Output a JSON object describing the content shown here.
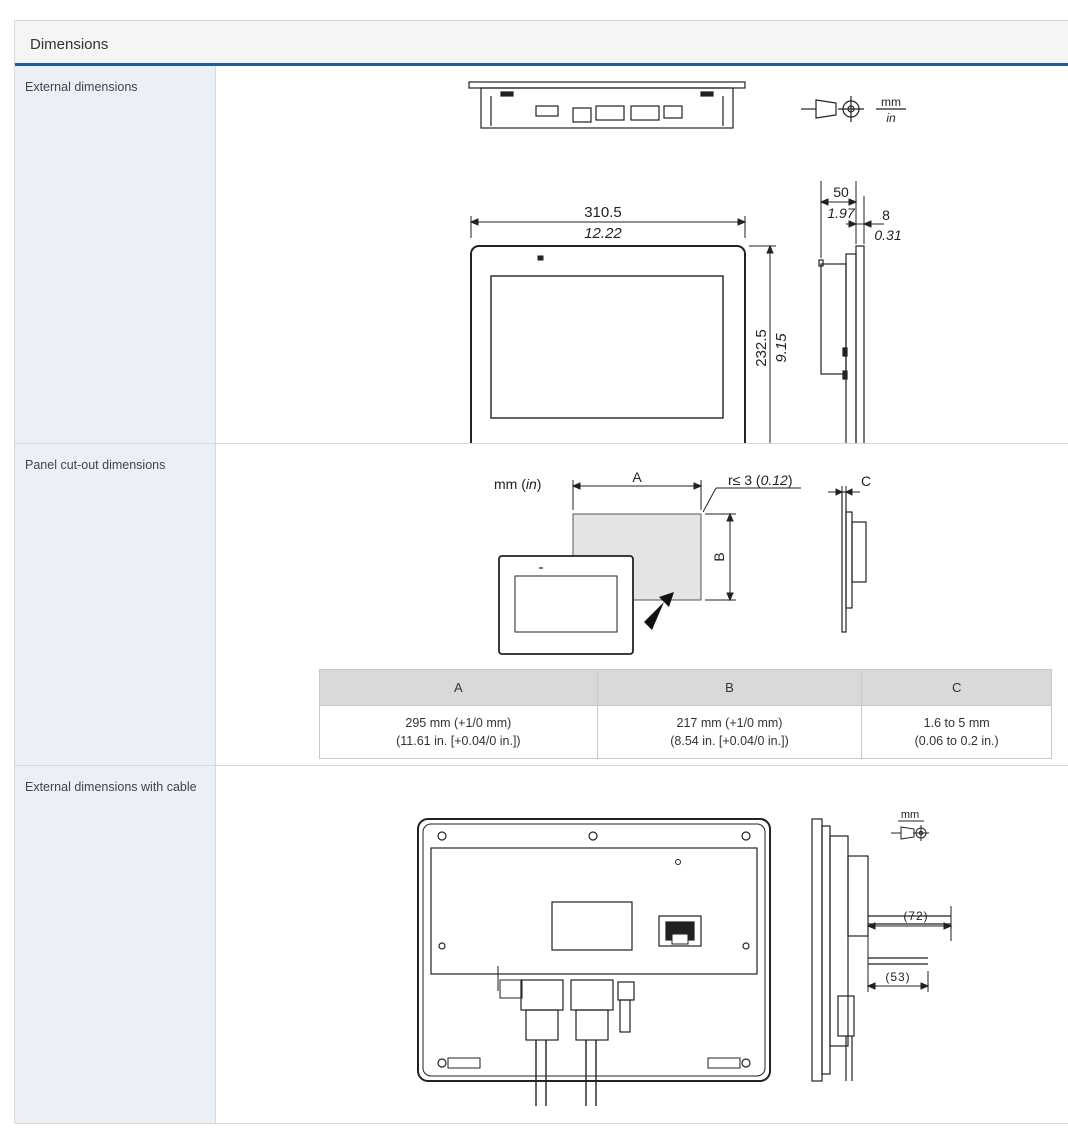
{
  "section": {
    "title": "Dimensions"
  },
  "rows": [
    {
      "label": "External dimensions",
      "drawing": {
        "units_top": "mm",
        "units_bottom": "in",
        "width_mm": "310.5",
        "width_in": "12.22",
        "height_mm": "232.5",
        "height_in": "9.15",
        "depth_mm": "50",
        "depth_in": "1.97",
        "bezel_mm": "8",
        "bezel_in": "0.31"
      }
    },
    {
      "label": "Panel cut-out dimensions",
      "drawing": {
        "unit_prefix": "mm (",
        "unit_italic": "in",
        "unit_suffix": ")",
        "dim_a": "A",
        "dim_b": "B",
        "dim_c": "C",
        "radius_prefix": "r≤ 3 (",
        "radius_italic": "0.12",
        "radius_suffix": ")"
      },
      "table": {
        "headers": [
          "A",
          "B",
          "C"
        ],
        "rows": [
          {
            "a": [
              "295 mm (+1/0 mm)",
              "(11.61 in. [+0.04/0 in.])"
            ],
            "b": [
              "217 mm (+1/0 mm)",
              "(8.54 in. [+0.04/0 in.])"
            ],
            "c": [
              "1.6 to 5 mm",
              "(0.06 to 0.2 in.)"
            ]
          }
        ]
      }
    },
    {
      "label": "External dimensions with cable",
      "drawing": {
        "units": "mm",
        "cable_dim_1": "(72)",
        "cable_dim_2": "(53)"
      }
    }
  ]
}
